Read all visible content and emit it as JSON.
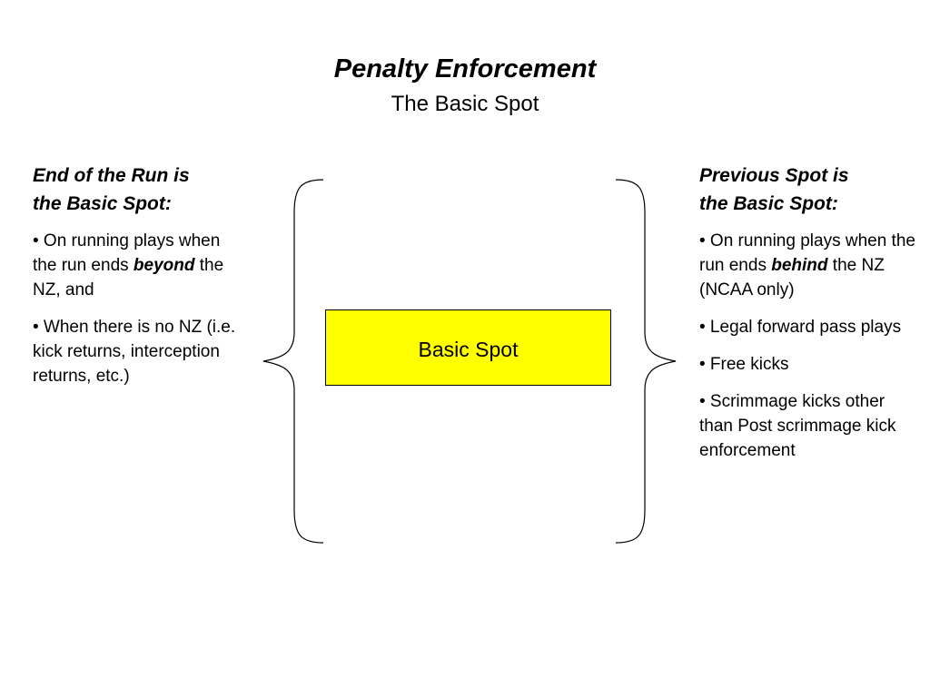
{
  "slide": {
    "title": "Penalty Enforcement",
    "subtitle": "The Basic Spot"
  },
  "left_column": {
    "heading_line1": "End of the Run is",
    "heading_line2": "the Basic Spot:",
    "bullet_1_pre": "•  On running plays when the run ends ",
    "bullet_1_emph": "beyond",
    "bullet_1_post": " the NZ, and",
    "bullet_2": "•  When there is no NZ (i.e. kick returns, interception returns, etc.)"
  },
  "center_box": {
    "label": "Basic Spot",
    "fill_color": "#ffff00"
  },
  "right_column": {
    "heading_line1": "Previous Spot is",
    "heading_line2": "the Basic Spot:",
    "bullet_1_pre": "•  On running plays when the run ends ",
    "bullet_1_emph": "behind",
    "bullet_1_post": " the NZ (NCAA only)",
    "bullet_2": "•  Legal forward pass plays",
    "bullet_3": "•  Free kicks",
    "bullet_4": "•  Scrimmage kicks other than Post scrimmage kick enforcement"
  }
}
